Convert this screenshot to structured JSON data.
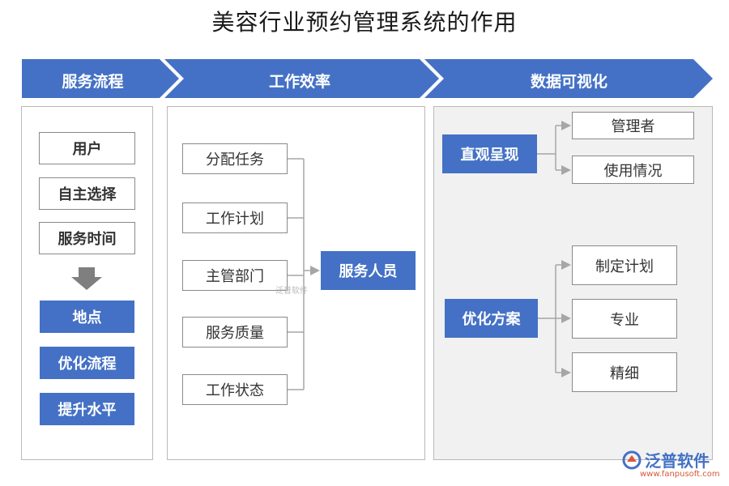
{
  "title": "美容行业预约管理系统的作用",
  "stages": [
    "服务流程",
    "工作效率",
    "数据可视化"
  ],
  "colors": {
    "accent": "#4471c5",
    "panel_gray": "#f1f1f1",
    "line": "#a6a6a6",
    "logo_url": "#d45a3a"
  },
  "col1": {
    "outline_items": [
      "用户",
      "自主选择",
      "服务时间"
    ],
    "filled_items": [
      "地点",
      "优化流程",
      "提升水平"
    ],
    "arrow_icon": "down-arrow-icon"
  },
  "col2": {
    "items": [
      "分配任务",
      "工作计划",
      "主管部门",
      "服务质量",
      "工作状态"
    ],
    "target": "服务人员"
  },
  "col3": {
    "group1": {
      "label": "直观呈现",
      "items": [
        "管理者",
        "使用情况"
      ]
    },
    "group2": {
      "label": "优化方案",
      "items": [
        "制定计划",
        "专业",
        "精细"
      ]
    }
  },
  "logo": {
    "name": "泛普软件",
    "url": "www.fanpusoft.com",
    "watermark": "泛普软件"
  }
}
